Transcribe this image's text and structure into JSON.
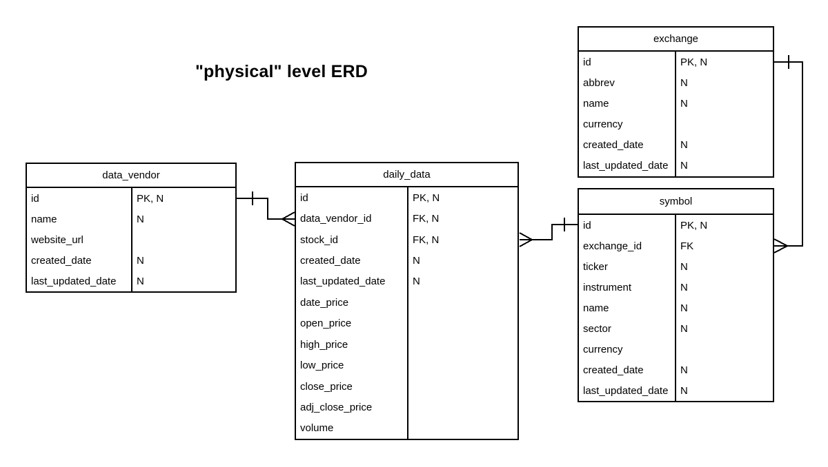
{
  "title": "\"physical\" level ERD",
  "canvas": {
    "background": "#ffffff",
    "line_color": "#000000",
    "text_color": "#000000"
  },
  "tables": [
    {
      "id": "data_vendor",
      "name": "data_vendor",
      "fields": [
        {
          "name": "id",
          "attributes": "PK, N"
        },
        {
          "name": "name",
          "attributes": "N"
        },
        {
          "name": "website_url",
          "attributes": ""
        },
        {
          "name": "created_date",
          "attributes": "N"
        },
        {
          "name": "last_updated_date",
          "attributes": "N"
        }
      ]
    },
    {
      "id": "daily_data",
      "name": "daily_data",
      "fields": [
        {
          "name": "id",
          "attributes": "PK, N"
        },
        {
          "name": "data_vendor_id",
          "attributes": "FK, N"
        },
        {
          "name": "stock_id",
          "attributes": "FK, N"
        },
        {
          "name": "created_date",
          "attributes": "N"
        },
        {
          "name": "last_updated_date",
          "attributes": "N"
        },
        {
          "name": "date_price",
          "attributes": ""
        },
        {
          "name": "open_price",
          "attributes": ""
        },
        {
          "name": "high_price",
          "attributes": ""
        },
        {
          "name": "low_price",
          "attributes": ""
        },
        {
          "name": "close_price",
          "attributes": ""
        },
        {
          "name": "adj_close_price",
          "attributes": ""
        },
        {
          "name": "volume",
          "attributes": ""
        }
      ]
    },
    {
      "id": "exchange",
      "name": "exchange",
      "fields": [
        {
          "name": "id",
          "attributes": "PK, N"
        },
        {
          "name": "abbrev",
          "attributes": "N"
        },
        {
          "name": "name",
          "attributes": "N"
        },
        {
          "name": "currency",
          "attributes": ""
        },
        {
          "name": "created_date",
          "attributes": "N"
        },
        {
          "name": "last_updated_date",
          "attributes": "N"
        }
      ]
    },
    {
      "id": "symbol",
      "name": "symbol",
      "fields": [
        {
          "name": "id",
          "attributes": "PK, N"
        },
        {
          "name": "exchange_id",
          "attributes": "FK"
        },
        {
          "name": "ticker",
          "attributes": "N"
        },
        {
          "name": "instrument",
          "attributes": "N"
        },
        {
          "name": "name",
          "attributes": "N"
        },
        {
          "name": "sector",
          "attributes": "N"
        },
        {
          "name": "currency",
          "attributes": ""
        },
        {
          "name": "created_date",
          "attributes": "N"
        },
        {
          "name": "last_updated_date",
          "attributes": "N"
        }
      ]
    }
  ],
  "relationships": [
    {
      "from_table": "data_vendor",
      "from_field": "id",
      "to_table": "daily_data",
      "to_field": "data_vendor_id",
      "from_cardinality": "one",
      "to_cardinality": "many"
    },
    {
      "from_table": "symbol",
      "from_field": "id",
      "to_table": "daily_data",
      "to_field": "stock_id",
      "from_cardinality": "one",
      "to_cardinality": "many"
    },
    {
      "from_table": "exchange",
      "from_field": "id",
      "to_table": "symbol",
      "to_field": "exchange_id",
      "from_cardinality": "one",
      "to_cardinality": "many"
    }
  ]
}
